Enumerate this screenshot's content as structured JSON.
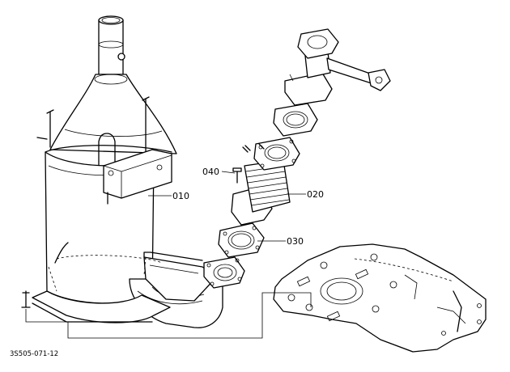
{
  "diagram": {
    "drawing_code": "3S505-071-12",
    "callouts": [
      {
        "id": "010",
        "label": "010",
        "part": "diesel-particulate-filter"
      },
      {
        "id": "020",
        "label": "020",
        "part": "flex-pipe"
      },
      {
        "id": "030",
        "label": "030",
        "part": "gasket"
      },
      {
        "id": "040",
        "label": "040",
        "part": "bolt"
      }
    ]
  }
}
